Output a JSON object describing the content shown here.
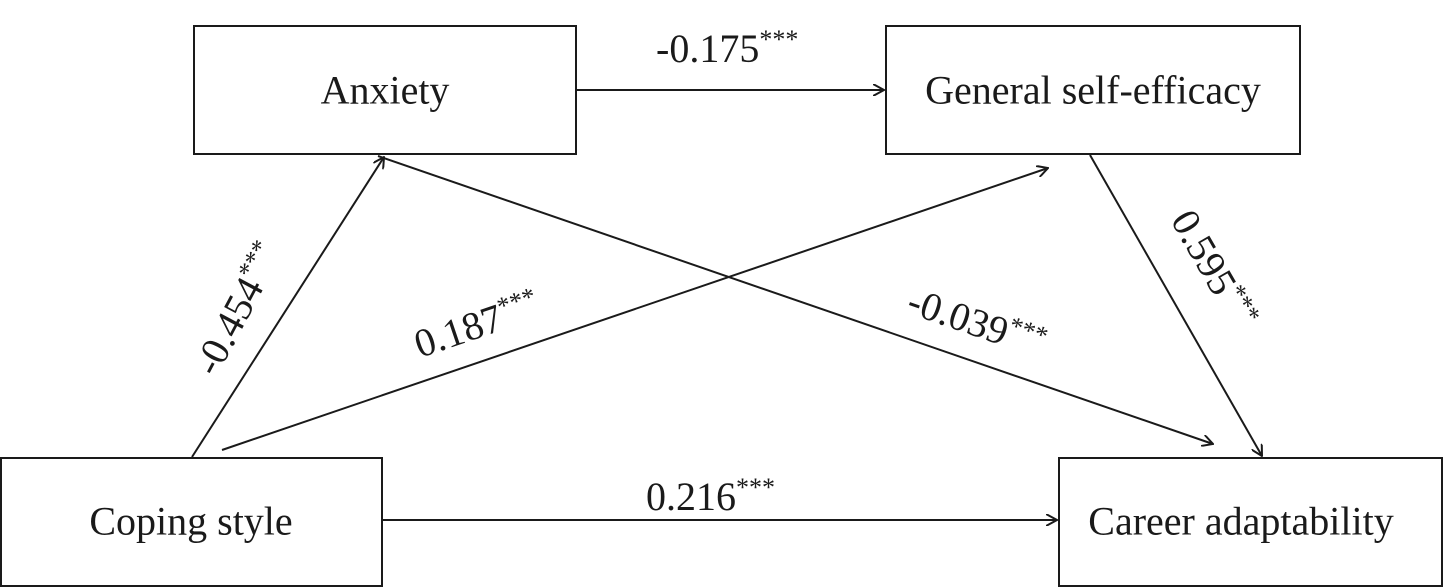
{
  "nodes": {
    "anxiety": "Anxiety",
    "self_efficacy": "General self-efficacy",
    "coping": "Coping style",
    "career": "Career adaptability"
  },
  "paths": {
    "anxiety_to_efficacy": {
      "value": "-0.175",
      "sig": "***"
    },
    "coping_to_anxiety": {
      "value": "-0.454",
      "sig": "***"
    },
    "coping_to_efficacy": {
      "value": "0.187",
      "sig": "***"
    },
    "anxiety_to_career": {
      "value": "-0.039",
      "sig": "***"
    },
    "efficacy_to_career": {
      "value": "0.595",
      "sig": "***"
    },
    "coping_to_career": {
      "value": "0.216",
      "sig": "***"
    }
  }
}
